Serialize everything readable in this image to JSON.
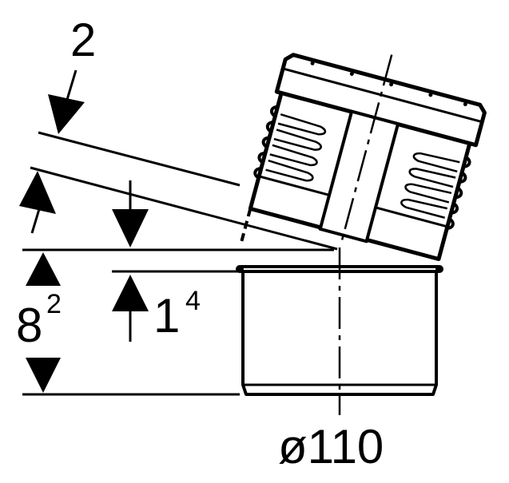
{
  "labels": {
    "angle_ref": "2",
    "height_total_base": "8",
    "height_total_sup": "2",
    "offset_base": "1",
    "offset_sup": "4",
    "diameter": "ø110"
  },
  "colors": {
    "stroke": "#000000",
    "background": "#ffffff"
  }
}
